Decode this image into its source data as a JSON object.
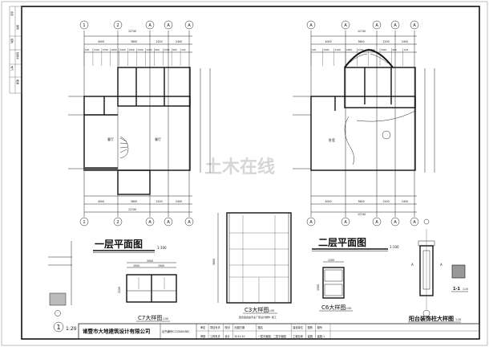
{
  "drawing": {
    "plan1": {
      "title": "一层平面图",
      "scale": "1:100",
      "overall": "12740",
      "top_dims": [
        "4000",
        "3800",
        "2200",
        "2400"
      ],
      "sub_dims": [
        "120",
        "1300",
        "2700",
        "2000",
        "1200",
        "1500",
        "1500",
        "1200",
        "600",
        "1500",
        "900",
        "120"
      ],
      "axes": [
        "1",
        "2",
        "A",
        "A",
        "A"
      ]
    },
    "plan2": {
      "title": "二层平面图",
      "scale": "1:100",
      "overall": "12740",
      "top_dims": [
        "4000",
        "3800",
        "2200",
        "2400"
      ],
      "sub_dims": [
        "120",
        "1500",
        "2700",
        "2000",
        "2200",
        "1200",
        "1500",
        "900",
        "120"
      ],
      "axes": [
        "A",
        "A",
        "A",
        "A",
        "A"
      ]
    },
    "detail_c7": {
      "title": "C7大样图",
      "scale": "1:50",
      "width": "3000",
      "half1": "1500",
      "half2": "1500",
      "height": "2100"
    },
    "detail_c3": {
      "title": "C3大样图",
      "scale": "1:50",
      "height": "5600",
      "note": "铝合金窗由专业厂家设计制作, 施工"
    },
    "detail_c6": {
      "title": "C6大样图",
      "scale": "1:50",
      "width": "1200",
      "height": "1500"
    },
    "detail_column": {
      "title": "阳台装饰柱大样图",
      "scale": "1:20",
      "section": "1-1",
      "section_scale": "1:20",
      "mark": "A"
    },
    "detail_1": {
      "number": "1",
      "scale": "1:20"
    },
    "watermark": "土木在线",
    "title_block": {
      "company": "诸暨市大地建筑设计有限公司",
      "cert": "证书编号C233005362",
      "cells": [
        "审定",
        "审核",
        "项目负责",
        "工种负责",
        "校对",
        "设计",
        "出图日期",
        "2010.10",
        "图名",
        "一层平面图、二层平面图",
        "建设单位",
        "工程名称",
        "图别",
        "建施",
        "图号",
        "建施-1"
      ]
    },
    "side_strip": [
      "会签",
      "建筑",
      "结构",
      "给排水",
      "电气",
      "暖通"
    ]
  }
}
